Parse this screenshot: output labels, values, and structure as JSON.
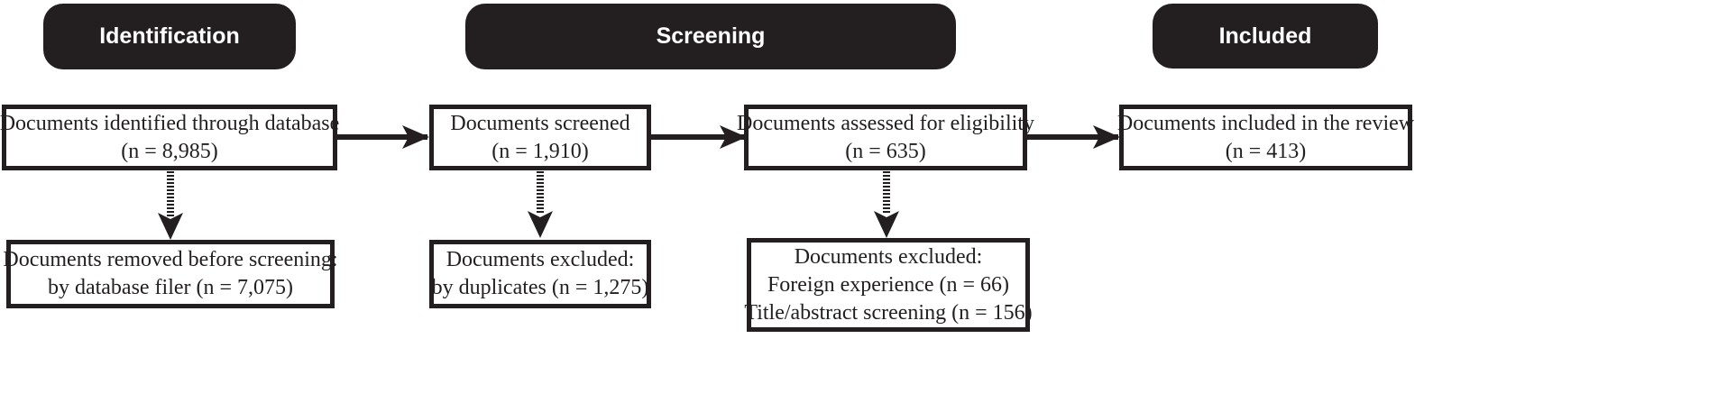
{
  "stages": {
    "identification": "Identification",
    "screening": "Screening",
    "included": "Included"
  },
  "nodes": {
    "identified": {
      "line1": "Documents identified through database",
      "line2": "(n = 8,985)"
    },
    "screened": {
      "line1": "Documents screened",
      "line2": "(n = 1,910)"
    },
    "assessed": {
      "line1": "Documents assessed for eligibility",
      "line2": "(n = 635)"
    },
    "included": {
      "line1": "Documents included in the review",
      "line2": "(n = 413)"
    },
    "removed": {
      "line1": "Documents removed before screening:",
      "line2": "by database filer (n = 7,075)"
    },
    "excluded_duplicates": {
      "line1": "Documents excluded:",
      "line2": "by duplicates (n = 1,275)"
    },
    "excluded_eligibility": {
      "line1": "Documents excluded:",
      "line2": "Foreign experience (n = 66)",
      "line3": "Title/abstract screening (n = 156)"
    }
  },
  "colors": {
    "ink": "#231f20",
    "background": "#ffffff"
  }
}
